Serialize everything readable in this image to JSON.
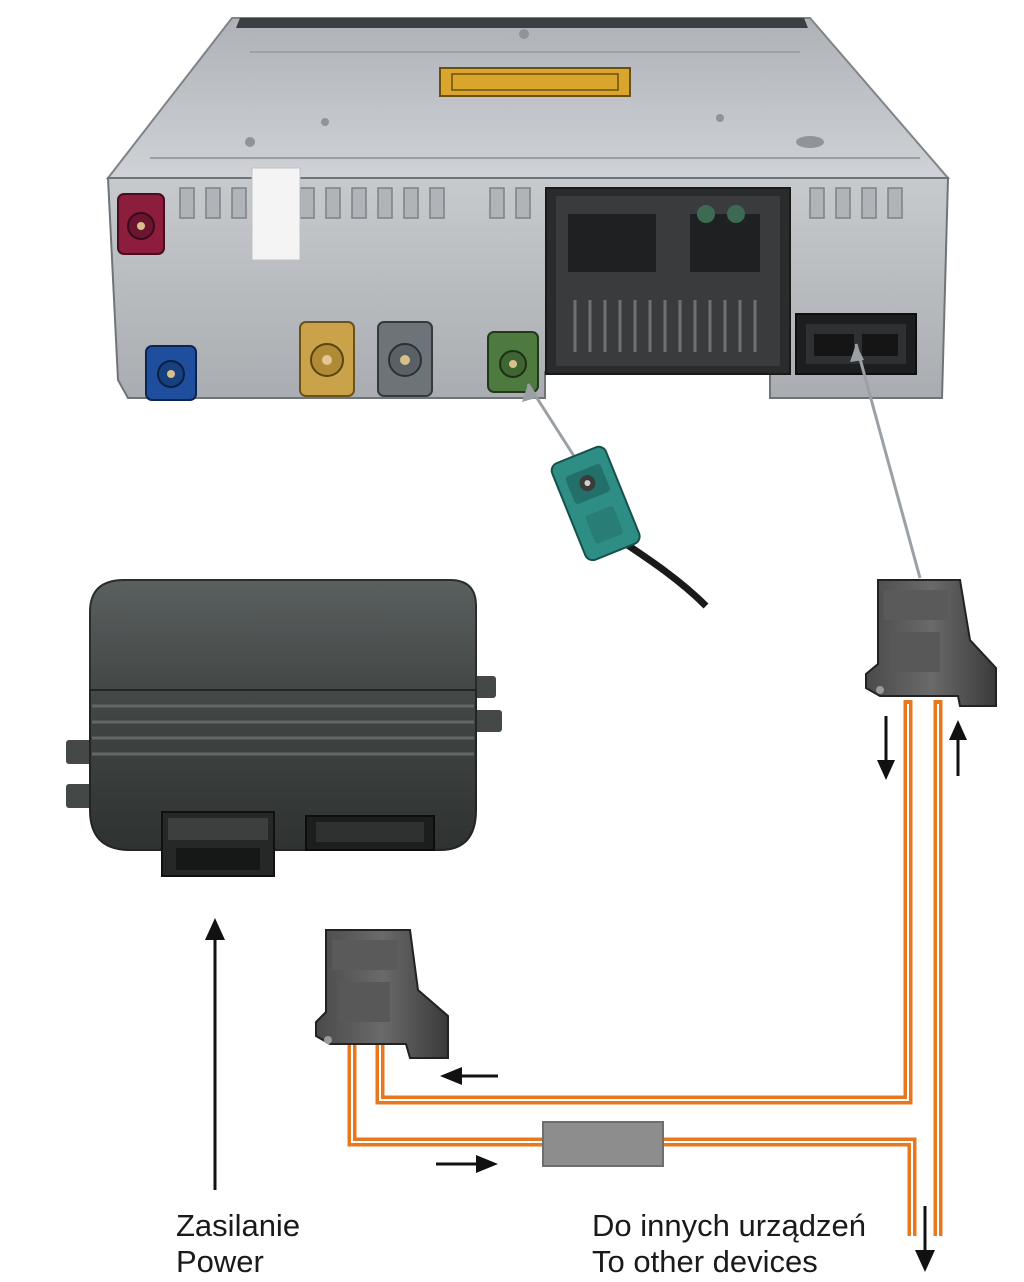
{
  "labels": {
    "power_pl": "Zasilanie",
    "power_en": "Power",
    "devices_pl": "Do innych urządzeń",
    "devices_en": "To other devices"
  },
  "colors": {
    "fiber": "#e8781e",
    "unit_body": "#b9bcc0",
    "module_body": "#4a4f4e",
    "fakra_violet": "#8c1d3c",
    "fakra_blue": "#1f4f9c",
    "fakra_yellow": "#c9a24a",
    "fakra_grey": "#6c7479",
    "fakra_green": "#4f7a3f",
    "fakra_teal": "#2e8e86",
    "coupler": "#8d8d8d",
    "pointer_line": "#9aa0a4",
    "arrow": "#111111"
  },
  "icons": {
    "head_unit": "radio-head-unit-icon",
    "adapter": "most-adapter-module-icon",
    "fakra_plug": "fakra-plug-icon",
    "optical_connector": "optical-connector-icon"
  }
}
